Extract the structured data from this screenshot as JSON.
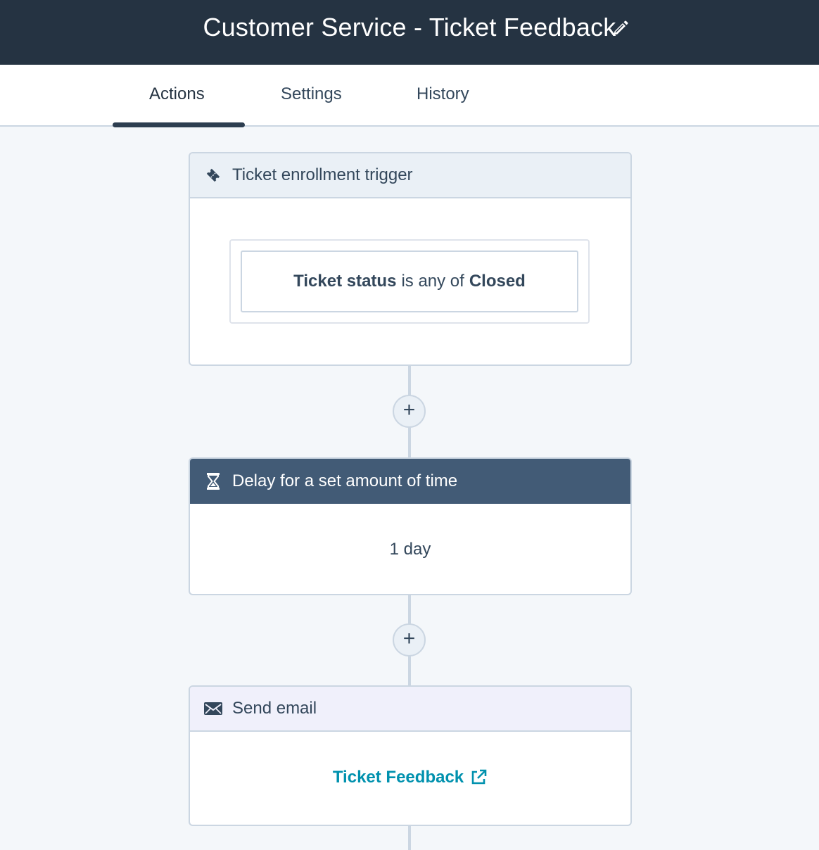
{
  "header": {
    "title": "Customer Service - Ticket Feedback",
    "edit_icon": "pencil-icon"
  },
  "tabs": [
    {
      "label": "Actions",
      "active": true
    },
    {
      "label": "Settings",
      "active": false
    },
    {
      "label": "History",
      "active": false
    }
  ],
  "trigger": {
    "header_label": "Ticket enrollment trigger",
    "icon": "ticket-icon",
    "filter": {
      "property": "Ticket status",
      "operator": "is any of",
      "value": "Closed"
    }
  },
  "add_action_label": "+",
  "delay": {
    "header_label": "Delay for a set amount of time",
    "icon": "hourglass-icon",
    "value": "1 day"
  },
  "send_email": {
    "header_label": "Send email",
    "icon": "envelope-icon",
    "email_name": "Ticket Feedback",
    "link_icon": "external-link-icon"
  },
  "colors": {
    "header_bg": "#253342",
    "delay_header_bg": "#425b76",
    "link": "#0091ae",
    "canvas_bg": "#f4f7fa"
  }
}
